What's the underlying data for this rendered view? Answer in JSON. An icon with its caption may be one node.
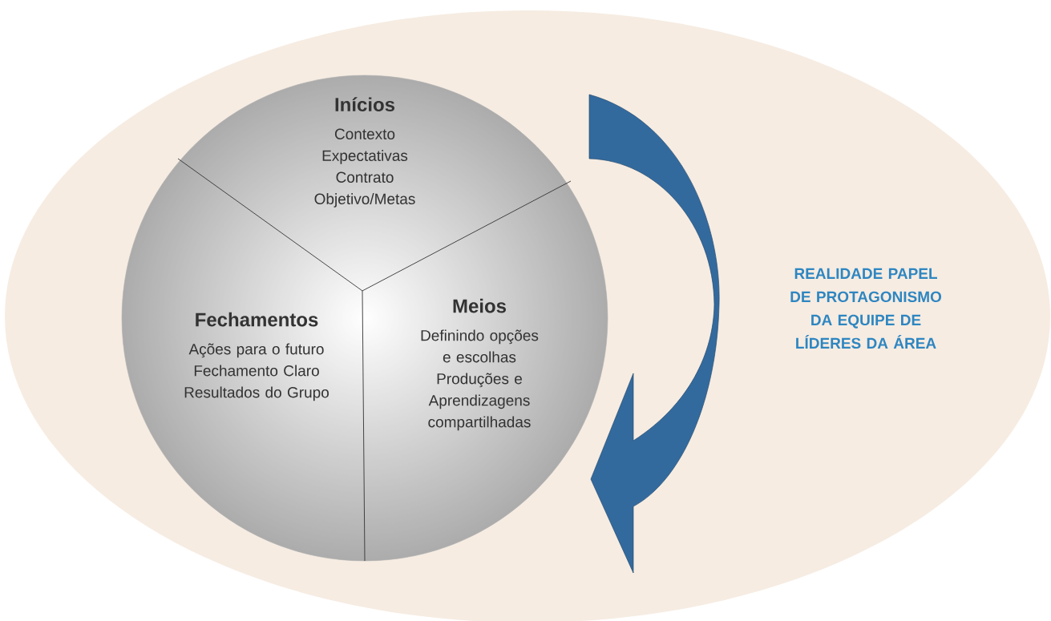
{
  "diagram": {
    "nodes": [
      {
        "text": [
          "REALIDADE PAPEL DE PROTAGONISMO DA EQUIPE DE LÍDERES DA ÁREA"
        ]
      },
      {
        "text": [],
        "shape": "circle",
        "in": 0
      },
      {
        "text": [
          "Inícios",
          "Contexto",
          "Expectativas",
          "Contrato",
          "Objetivo/Metas"
        ],
        "in": 1
      },
      {
        "text": [
          "Fechamentos",
          "Ações para o futuro",
          "Fechamento Claro",
          "Resultados do Grupo"
        ],
        "in": 1
      },
      {
        "text": [
          "Meios",
          "Definindo opções e escolhas",
          "Produções e Aprendizagens compartilhadas"
        ],
        "in": 1
      }
    ]
  }
}
